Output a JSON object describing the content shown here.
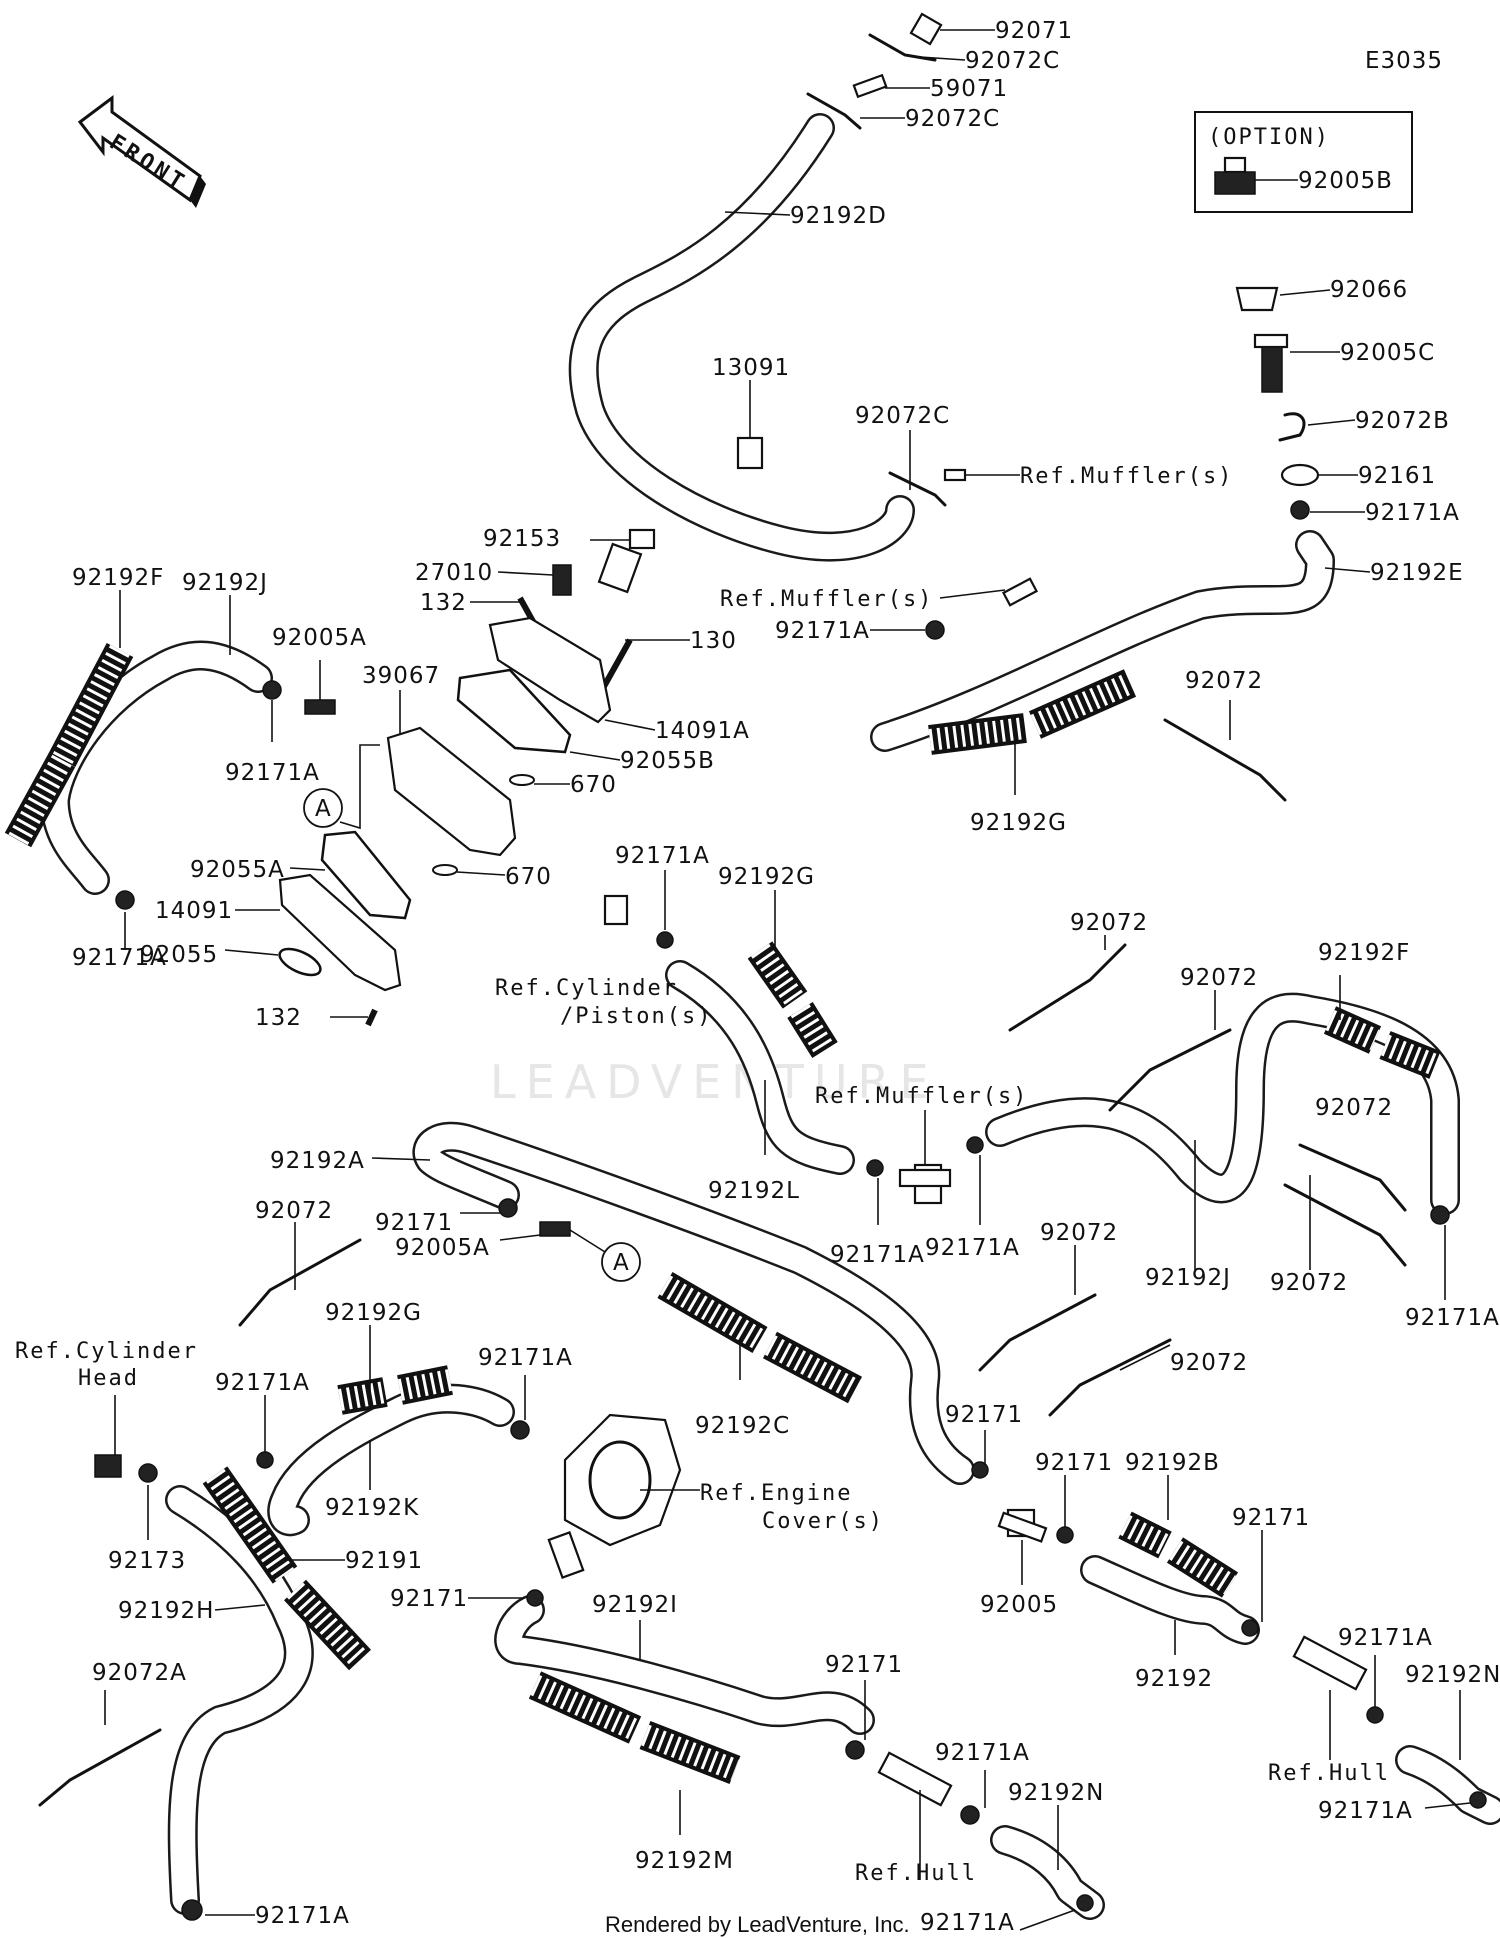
{
  "diagram_id": "E3035",
  "front_label": "FRONT",
  "option_label": "(OPTION)",
  "footer": "Rendered by LeadVenture, Inc.",
  "watermark": "LEADVENTURE",
  "labels": {
    "p92071": "92071",
    "p92072c_1": "92072C",
    "p59071": "59071",
    "p92072c_2": "92072C",
    "p92005b": "92005B",
    "p92192d": "92192D",
    "p92066": "92066",
    "p92005c": "92005C",
    "p13091": "13091",
    "p92072c_3": "92072C",
    "p92072b": "92072B",
    "ref_muffler_1": "Ref.Muffler(s)",
    "p92161": "92161",
    "p92171a_top": "92171A",
    "p92153": "92153",
    "p92192e": "92192E",
    "p27010": "27010",
    "ref_muffler_2": "Ref.Muffler(s)",
    "p132_1": "132",
    "p92171a_r": "92171A",
    "p130": "130",
    "p92192f_l": "92192F",
    "p92192j_l": "92192J",
    "p92005a_1": "92005A",
    "p39067": "39067",
    "p14091a": "14091A",
    "p92072_r1": "92072",
    "p92055b": "92055B",
    "p92171a_l1": "92171A",
    "p670_1": "670",
    "p92192g_r": "92192G",
    "p92055a": "92055A",
    "p670_2": "670",
    "p92171a_c": "92171A",
    "p92192g_c": "92192G",
    "p14091": "14091",
    "p92055": "92055",
    "p92171a_l2": "92171A",
    "p132_2": "132",
    "ref_cylinder_piston_1": "Ref.Cylinder",
    "ref_cylinder_piston_2": "/Piston(s)",
    "p92072_m1": "92072",
    "p92072_m2": "92072",
    "p92192f_r": "92192F",
    "ref_muffler_3": "Ref.Muffler(s)",
    "p92192a": "92192A",
    "p92072_m3": "92072",
    "p92192l": "92192L",
    "p92072_l1": "92072",
    "p92171": "92171",
    "p92005a_2": "92005A",
    "p92171a_m1": "92171A",
    "p92171a_m2": "92171A",
    "p92192j_r": "92192J",
    "p92072_m4": "92072",
    "p92072_m5": "92072",
    "p92171a_rr": "92171A",
    "p92192g_l": "92192G",
    "ref_cyl_head_1": "Ref.Cylinder",
    "ref_cyl_head_2": "Head",
    "p92171a_l3": "92171A",
    "p92171a_c2": "92171A",
    "p92192c": "92192C",
    "p92072_m6": "92072",
    "p92171_c1": "92171",
    "p92171_c2": "92171",
    "p92192b": "92192B",
    "ref_engine_1": "Ref.Engine",
    "ref_engine_2": "Cover(s)",
    "p92192k": "92192K",
    "p92173": "92173",
    "p92191": "92191",
    "p92171_l": "92171",
    "p92192i": "92192I",
    "p92005": "92005",
    "p92171_r": "92171",
    "p92192h": "92192H",
    "p92192": "92192",
    "p92171a_rr2": "92171A",
    "p92192n_r": "92192N",
    "p92072a": "92072A",
    "p92171_b": "92171",
    "ref_hull_r": "Ref.Hull",
    "p92171a_rr3": "92171A",
    "p92171a_b": "92171A",
    "p92192n_b": "92192N",
    "p92192m": "92192M",
    "ref_hull_b": "Ref.Hull",
    "p92171a_bl": "92171A",
    "p92171a_bb": "92171A",
    "callout_a": "A"
  }
}
